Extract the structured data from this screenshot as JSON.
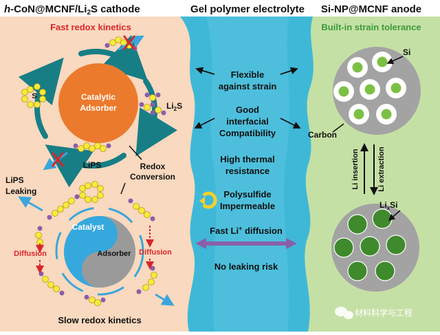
{
  "headers": {
    "cathode": "h-CoN@MCNF/Li₂S cathode",
    "cathode_italic": "h-",
    "cathode_rest": "CoN@MCNF/Li",
    "cathode_sub": "2",
    "cathode_end": "S cathode",
    "electrolyte": "Gel polymer electrolyte",
    "anode": "Si-NP@MCNF anode"
  },
  "subtitles": {
    "fast": "Fast redox kinetics",
    "strain": "Built-in strain tolerance",
    "slow": "Slow redox kinetics"
  },
  "cathode": {
    "catalytic_line1": "Catalytic",
    "catalytic_line2": "Adsorber",
    "s_label": "S",
    "li2s_main": "Li",
    "li2s_sub": "2",
    "li2s_end": "S",
    "lips_label": "LiPS",
    "redox_line1": "Redox",
    "redox_line2": "Conversion",
    "leaking_line1": "LiPS",
    "leaking_line2": "Leaking",
    "catalyst": "Catalyst",
    "adsorber": "Adsorber",
    "diffusion": "Diffusion"
  },
  "electrolyte": {
    "flexible_line1": "Flexible",
    "flexible_line2": "against strain",
    "good_line1": "Good",
    "good_line2": "interfacial",
    "good_line3": "Compatibility",
    "thermal_line1": "High thermal",
    "thermal_line2": "resistance",
    "poly_line1": "Polysulfide",
    "poly_line2": "Impermeable",
    "fastli_a": "Fast Li",
    "fastli_sup": "+",
    "fastli_b": " diffusion",
    "leak": "No leaking risk"
  },
  "anode": {
    "si": "Si",
    "carbon": "Carbon",
    "insertion": "Li insertion",
    "extraction": "Li extraction",
    "lixsi_a": "Li",
    "lixsi_sub": "x",
    "lixsi_b": "Si"
  },
  "watermark": "材料科学与工程",
  "colors": {
    "cathode_bg": "#f9d9bf",
    "electrolyte": "#3fb8d8",
    "anode_bg": "#c5e0a5",
    "teal_arrow": "#177e86",
    "orange_core": "#ec7a2c",
    "sulfur": "#f7ea3c",
    "purple": "#8a5fa8",
    "red_text": "#d8262b",
    "green_text": "#3a9b3c",
    "si_light": "#7cc043",
    "si_dark": "#3f8a2c",
    "blue_arrow": "#3aa6db"
  }
}
